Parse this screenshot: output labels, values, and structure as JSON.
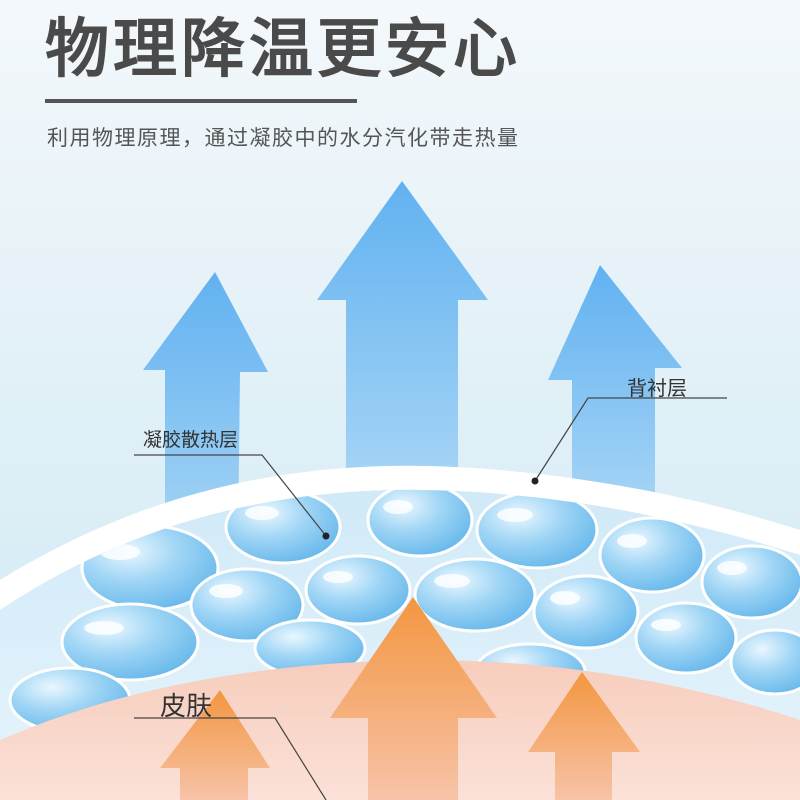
{
  "header": {
    "title": "物理降温更安心",
    "subtitle": "利用物理原理，通过凝胶中的水分汽化带走热量"
  },
  "labels": {
    "backing_layer": "背衬层",
    "gel_layer": "凝胶散热层",
    "skin": "皮肤"
  },
  "colors": {
    "title_text": "#4a4a4a",
    "arrow_blue": "#6fb7f0",
    "arrow_orange": "#f39a4a",
    "skin": "#f6c9b8"
  },
  "icons": [
    "arrow-up-blue",
    "arrow-up-orange",
    "gel-bubble"
  ]
}
